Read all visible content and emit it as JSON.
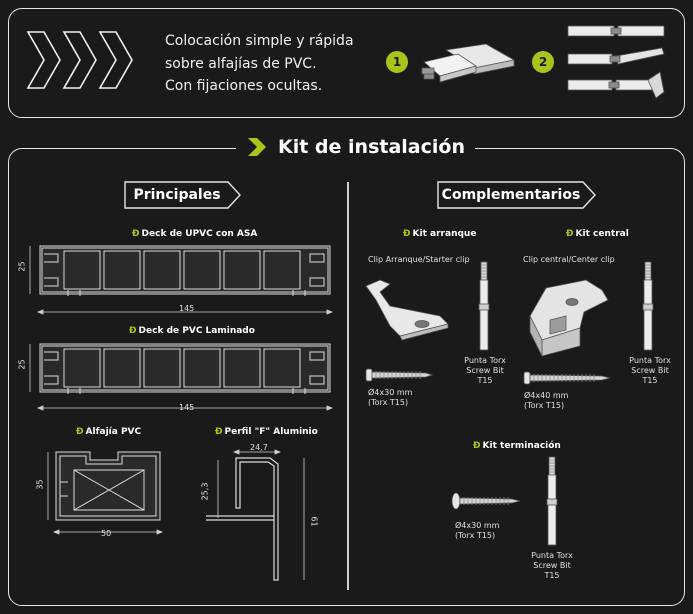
{
  "intro": {
    "lines": [
      "Colocación simple y rápida",
      "sobre alfajías de PVC.",
      "Con fijaciones ocultas."
    ],
    "steps": [
      "1",
      "2"
    ]
  },
  "kit": {
    "title": "Kit de instalación",
    "principales": "Principales",
    "complementarios": "Complementarios"
  },
  "profiles": {
    "upvc": {
      "label": "Deck de UPVC con ASA",
      "height": "25",
      "width": "145"
    },
    "laminado": {
      "label": "Deck de PVC Laminado",
      "height": "25",
      "width": "145"
    },
    "alfajia": {
      "label": "Alfajía PVC",
      "height": "35",
      "width": "50"
    },
    "perfil": {
      "label": "Perfil \"F\" Aluminio",
      "top": "24,7",
      "side": "25,3",
      "total": "61"
    }
  },
  "kits": {
    "arranque": {
      "label": "Kit arranque",
      "clip": "Clip Arranque/Starter clip",
      "screw": [
        "Ø4x30 mm",
        "(Torx T15)"
      ],
      "bit": [
        "Punta Torx",
        "Screw Bit",
        "T15"
      ]
    },
    "central": {
      "label": "Kit central",
      "clip": "Clip central/Center clip",
      "screw": [
        "Ø4x40 mm",
        "(Torx T15)"
      ],
      "bit": [
        "Punta Torx",
        "Screw Bit",
        "T15"
      ]
    },
    "terminacion": {
      "label": "Kit terminación",
      "screw": [
        "Ø4x30 mm",
        "(Torx T15)"
      ],
      "bit": [
        "Punta Torx",
        "Screw Bit",
        "T15"
      ]
    }
  },
  "colors": {
    "accent": "#a7c51b",
    "background": "#1a1a1a",
    "line": "#e6e6e6"
  }
}
